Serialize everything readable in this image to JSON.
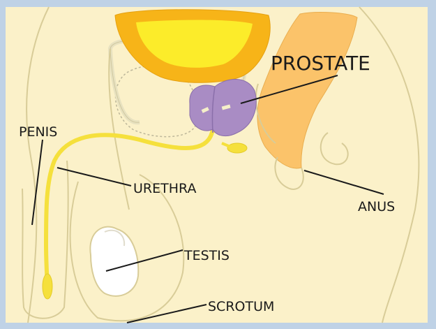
{
  "labels": {
    "prostate": "PROSTATE",
    "penis": "PENIS",
    "urethra": "URETHRA",
    "anus": "ANUS",
    "testis": "TESTIS",
    "scrotum": "SCROTUM"
  },
  "colors": {
    "frame": "#bfd2e6",
    "skin": "#fbf1c9",
    "outline": "#d8cc98",
    "bladder_outer": "#f7b418",
    "bladder_inner": "#fcec2a",
    "prostate": "#a98cc4",
    "rectum": "#fbc36a",
    "urethra": "#f5e03c",
    "testis": "#ffffff",
    "leader": "#1a1a1a"
  }
}
